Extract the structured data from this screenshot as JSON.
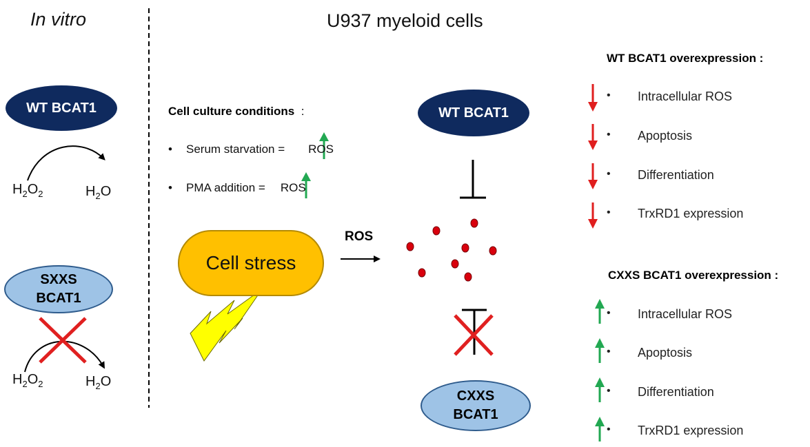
{
  "left": {
    "title": "In vitro",
    "wt_enzyme": "WT BCAT1",
    "sxxs_enzyme_line1": "SXXS",
    "sxxs_enzyme_line2": "BCAT1",
    "substrate": "H",
    "substrate_sub1": "2",
    "substrate_o": "O",
    "substrate_sub2": "2",
    "product": "H",
    "product_sub": "2",
    "product_o": "O"
  },
  "main": {
    "title": "U937 myeloid cells",
    "conditions_heading": "Cell culture conditions",
    "conditions_colon": ":",
    "conditions": [
      {
        "label": "Serum starvation  =",
        "result": "ROS"
      },
      {
        "label": "PMA addition  =",
        "result": "ROS"
      }
    ],
    "cell_stress": "Cell stress",
    "ros_label": "ROS",
    "wt_enzyme": "WT BCAT1",
    "cxxs_line1": "CXXS",
    "cxxs_line2": "BCAT1"
  },
  "right": {
    "wt_heading": "WT BCAT1 overexpression :",
    "cxxs_heading": "CXXS BCAT1 overexpression :",
    "bullet": "•",
    "effects": [
      "Intracellular ROS",
      "Apoptosis",
      "Differentiation",
      "TrxRD1 expression"
    ]
  },
  "colors": {
    "navy": "#0f2a5e",
    "light_blue": "#9ec3e6",
    "stress_orange": "#ffc000",
    "ros_dot_red": "#d9000d",
    "down_arrow_red": "#e01e1e",
    "up_arrow_green": "#22a852",
    "cross_red": "#e02020",
    "lightning_yellow": "#ffff00"
  }
}
